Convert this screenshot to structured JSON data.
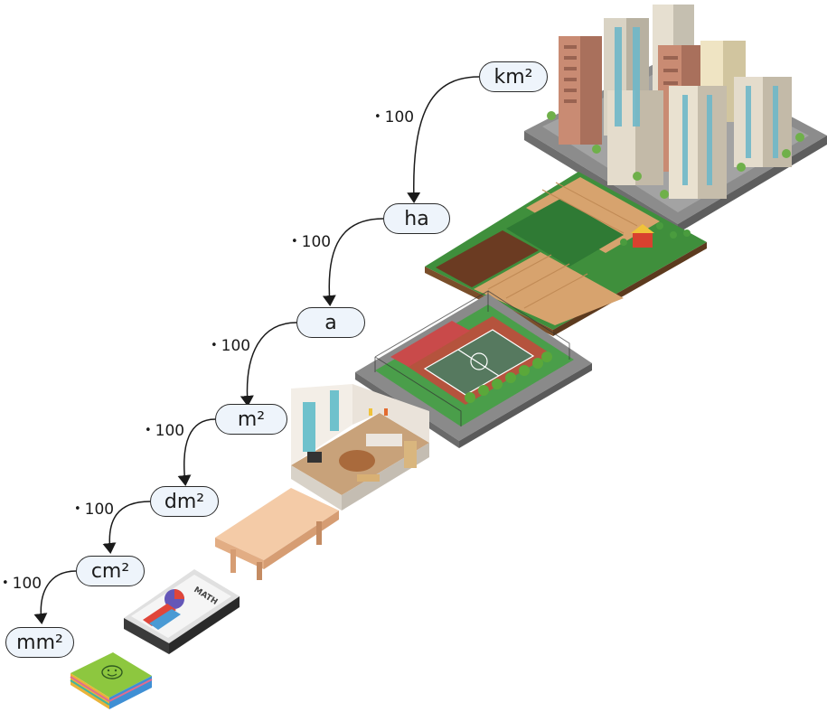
{
  "units": [
    {
      "id": "km2",
      "label": "km²"
    },
    {
      "id": "ha",
      "label": "ha"
    },
    {
      "id": "a",
      "label": "a"
    },
    {
      "id": "m2",
      "label": "m²"
    },
    {
      "id": "dm2",
      "label": "dm²"
    },
    {
      "id": "cm2",
      "label": "cm²"
    },
    {
      "id": "mm2",
      "label": "mm²"
    }
  ],
  "factors": [
    {
      "dot": "•",
      "value": "100"
    },
    {
      "dot": "•",
      "value": "100"
    },
    {
      "dot": "•",
      "value": "100"
    },
    {
      "dot": "•",
      "value": "100"
    },
    {
      "dot": "•",
      "value": "100"
    },
    {
      "dot": "•",
      "value": "100"
    }
  ],
  "illustrations": {
    "city": "city-block-icon",
    "field": "farm-field-icon",
    "court": "sports-court-icon",
    "room": "living-room-icon",
    "table": "table-icon",
    "book": "book-icon",
    "notes": "sticky-notes-icon",
    "book_cover_text": "MATH"
  }
}
